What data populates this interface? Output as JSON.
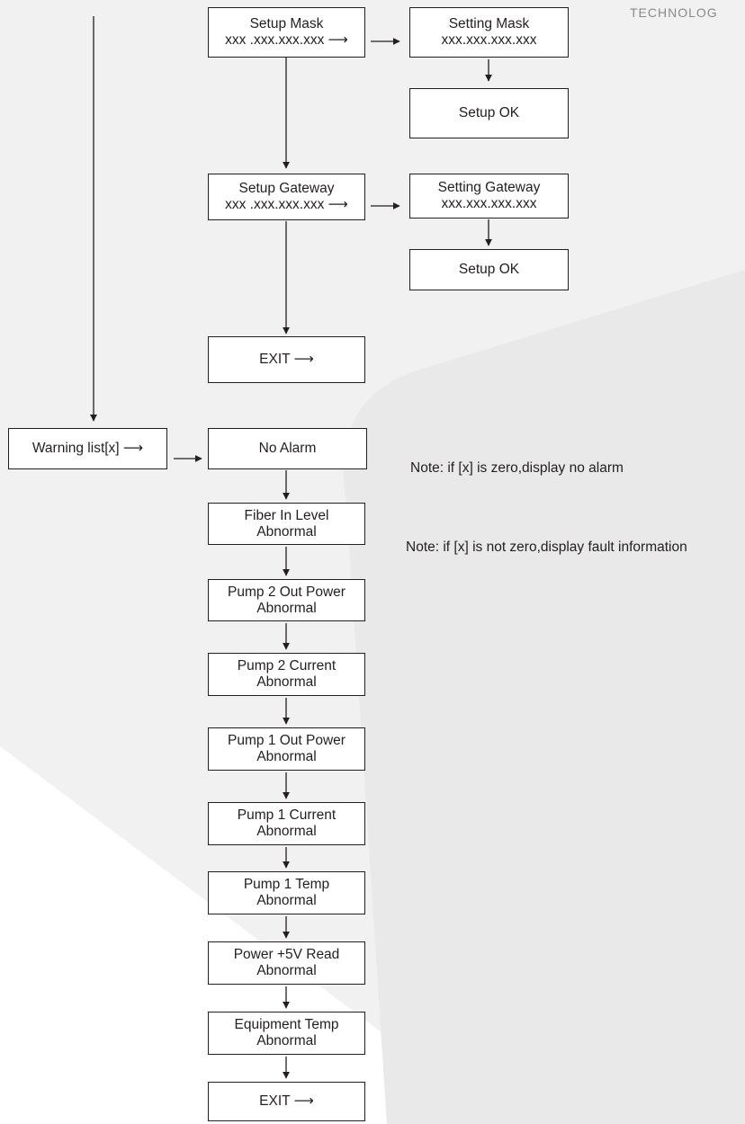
{
  "brand": "TECHNOLOG",
  "ip_menu": {
    "setup_mask": {
      "title": "Setup Mask",
      "value": "xxx .xxx.xxx.xxx ⟶"
    },
    "setting_mask": {
      "title": "Setting Mask",
      "value": "xxx.xxx.xxx.xxx"
    },
    "mask_ok": "Setup OK",
    "setup_gateway": {
      "title": "Setup Gateway",
      "value": "xxx .xxx.xxx.xxx ⟶"
    },
    "setting_gateway": {
      "title": "Setting Gateway",
      "value": "xxx.xxx.xxx.xxx"
    },
    "gateway_ok": "Setup OK",
    "exit": "EXIT ⟶"
  },
  "warning_menu": {
    "entry": "Warning list[x] ⟶",
    "items": [
      {
        "line1": "No Alarm",
        "line2": ""
      },
      {
        "line1": "Fiber In Level",
        "line2": "Abnormal"
      },
      {
        "line1": "Pump 2 Out Power",
        "line2": "Abnormal"
      },
      {
        "line1": "Pump 2 Current",
        "line2": "Abnormal"
      },
      {
        "line1": "Pump 1 Out Power",
        "line2": "Abnormal"
      },
      {
        "line1": "Pump 1 Current",
        "line2": "Abnormal"
      },
      {
        "line1": "Pump 1 Temp",
        "line2": "Abnormal"
      },
      {
        "line1": "Power +5V Read",
        "line2": "Abnormal"
      },
      {
        "line1": "Equipment Temp",
        "line2": "Abnormal"
      }
    ],
    "exit": "EXIT ⟶"
  },
  "notes": {
    "zero": "Note: if [x] is zero,display no alarm",
    "nonzero": "Note: if [x] is not zero,display fault information"
  }
}
